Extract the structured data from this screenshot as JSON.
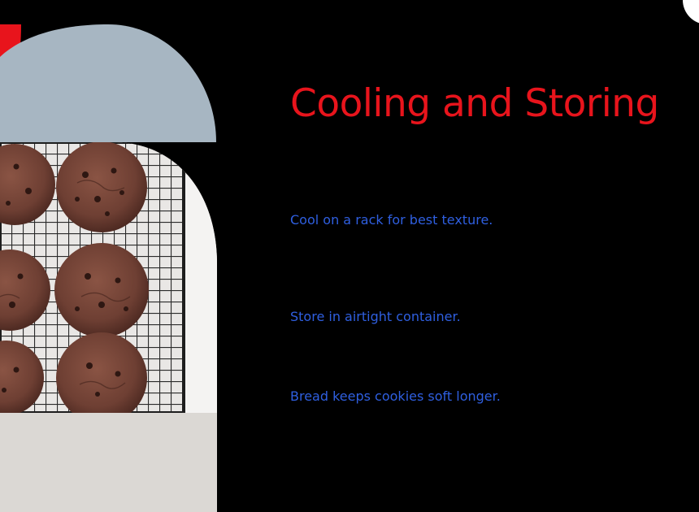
{
  "slide": {
    "title": "Cooling and Storing",
    "points": [
      "Cool on a rack for best texture.",
      "Store in airtight container.",
      "Bread keeps cookies soft longer."
    ]
  },
  "colors": {
    "background": "#000000",
    "title": "#e8141c",
    "body_text": "#2f5fe0",
    "semicircle": "#a7b6c2",
    "accent": "#e8141c",
    "bottom_block": "#dbd8d4",
    "corner_circle": "#ffffff"
  },
  "image": {
    "subject": "chocolate cookies on cooling rack"
  }
}
